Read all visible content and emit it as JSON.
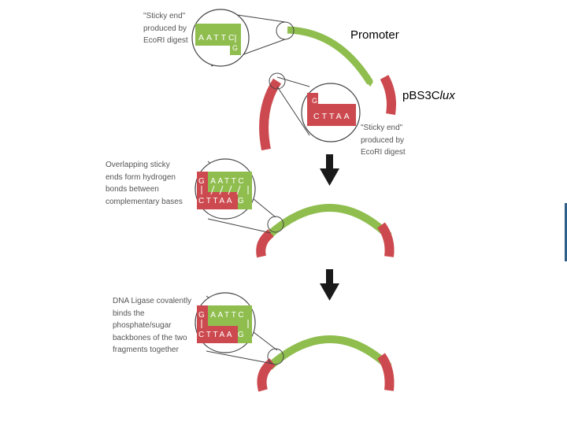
{
  "labels": {
    "promoter": "Promoter",
    "plasmid_prefix": "pBS3C",
    "plasmid_italic": "lux"
  },
  "captions": {
    "sticky_top": [
      "\"Sticky end\"",
      "produced by",
      "EcoRI digest"
    ],
    "sticky_bottom": [
      "\"Sticky end\"",
      "produced by",
      "EcoRI digest"
    ],
    "overlap": [
      "Overlapping sticky",
      "ends form hydrogen",
      "bonds between",
      "complementary bases"
    ],
    "ligase": [
      "DNA Ligase covalently",
      "binds the",
      "phosphate/sugar",
      "backbones of the two",
      "fragments together"
    ]
  },
  "sequences": {
    "top_strand": "AATTC",
    "top_cap": "G",
    "bottom_strand": "CTTAA",
    "bottom_cap": "G",
    "pair_top": "G AATTC",
    "pair_bottom": "CTTAA G"
  },
  "colors": {
    "green": "#8fbe4f",
    "green_dark": "#5f8a2c",
    "red": "#cc4a4f",
    "red_dark": "#9c2f35",
    "arrow": "#1a1a1a",
    "caption": "#555555"
  },
  "icons": [
    "down-arrow-icon",
    "down-arrow-icon"
  ]
}
